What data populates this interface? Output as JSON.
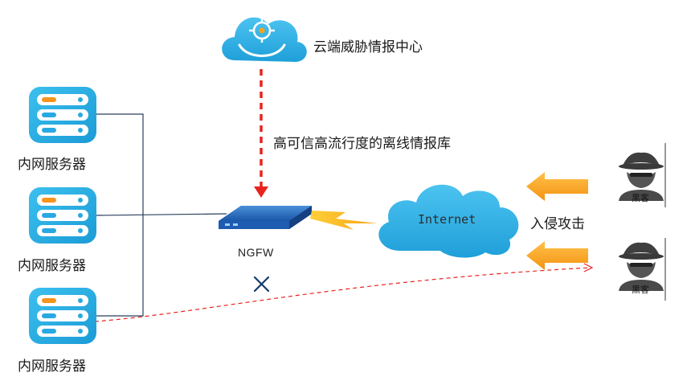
{
  "cloud_center": {
    "label": "云端威胁情报中心",
    "icon": "cloud-target-icon"
  },
  "intel_link": {
    "label": "高可信高流行度的离线情报库",
    "color": "#e8231e"
  },
  "firewall": {
    "label": "NGFW",
    "icon": "firewall-device-icon"
  },
  "internet": {
    "label": "Internet",
    "icon": "cloud-icon"
  },
  "servers": [
    {
      "label": "内网服务器",
      "icon": "server-icon"
    },
    {
      "label": "内网服务器",
      "icon": "server-icon"
    },
    {
      "label": "内网服务器",
      "icon": "server-icon"
    }
  ],
  "hackers": [
    {
      "label": "黑客",
      "icon": "hacker-icon"
    },
    {
      "label": "黑客",
      "icon": "hacker-icon"
    }
  ],
  "attack": {
    "label": "入侵攻击",
    "arrow_color": "#f5a623"
  },
  "blocked": {
    "icon": "blocked-x-icon"
  },
  "colors": {
    "accent_blue": "#29a9e1",
    "orange": "#f7941d",
    "cloud": "#27a8e0"
  }
}
